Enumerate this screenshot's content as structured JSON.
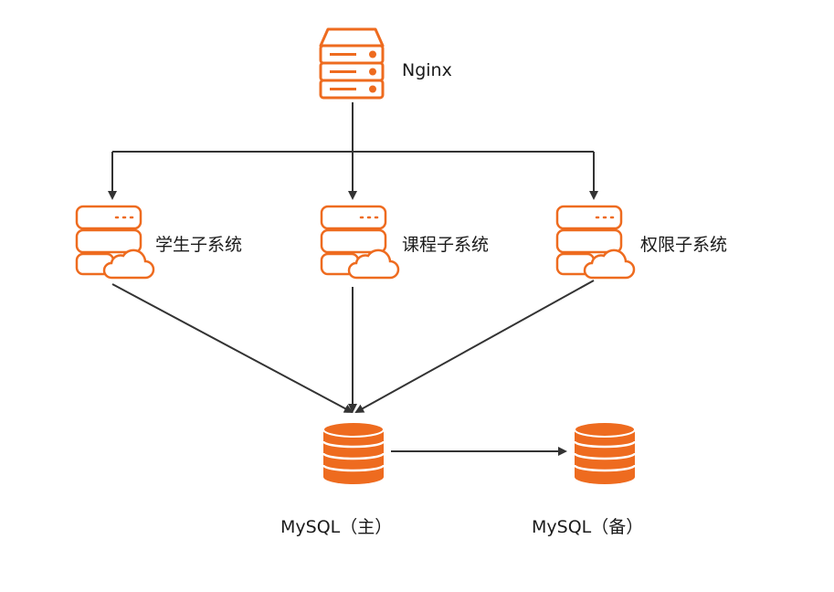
{
  "nodes": {
    "nginx": {
      "label": "Nginx",
      "icon": "server-rack-icon"
    },
    "student": {
      "label": "学生子系统",
      "icon": "cloud-server-icon"
    },
    "course": {
      "label": "课程子系统",
      "icon": "cloud-server-icon"
    },
    "auth": {
      "label": "权限子系统",
      "icon": "cloud-server-icon"
    },
    "mysql_master": {
      "label": "MySQL（主）",
      "icon": "database-icon"
    },
    "mysql_backup": {
      "label": "MySQL（备）",
      "icon": "database-icon"
    }
  },
  "edges": [
    {
      "from": "nginx",
      "to": "student"
    },
    {
      "from": "nginx",
      "to": "course"
    },
    {
      "from": "nginx",
      "to": "auth"
    },
    {
      "from": "student",
      "to": "mysql_master"
    },
    {
      "from": "course",
      "to": "mysql_master"
    },
    {
      "from": "auth",
      "to": "mysql_master"
    },
    {
      "from": "mysql_master",
      "to": "mysql_backup"
    }
  ],
  "colors": {
    "icon_accent": "#ee6b1f",
    "connector": "#333333",
    "text": "#1a1a1a",
    "background": "#ffffff"
  }
}
